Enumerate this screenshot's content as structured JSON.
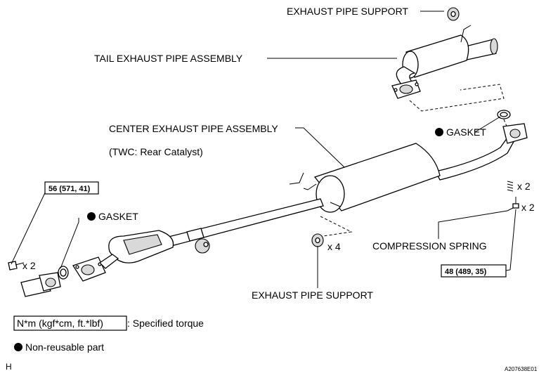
{
  "labels": {
    "exhaust_pipe_support_top": "EXHAUST PIPE SUPPORT",
    "tail_exhaust_pipe_assembly": "TAIL EXHAUST PIPE ASSEMBLY",
    "center_exhaust_pipe_assembly": "CENTER EXHAUST PIPE ASSEMBLY",
    "twc_note": "(TWC: Rear Catalyst)",
    "gasket_right": "GASKET",
    "gasket_left": "GASKET",
    "compression_spring": "COMPRESSION SPRING",
    "exhaust_pipe_support_bottom": "EXHAUST PIPE SUPPORT",
    "qty_spring": "x 2",
    "qty_bolt_right": "x 2",
    "qty_support": "x 4",
    "qty_bolt_left": "x 2"
  },
  "torque": {
    "left": "56 (571, 41)",
    "right": "48 (489, 35)"
  },
  "legend": {
    "torque_box": "N*m (kgf*cm, ft.*lbf)",
    "torque_desc": ": Specified torque",
    "non_reusable": "Non-reusable part"
  },
  "corner": {
    "left": "H",
    "right": "A207638E01"
  }
}
